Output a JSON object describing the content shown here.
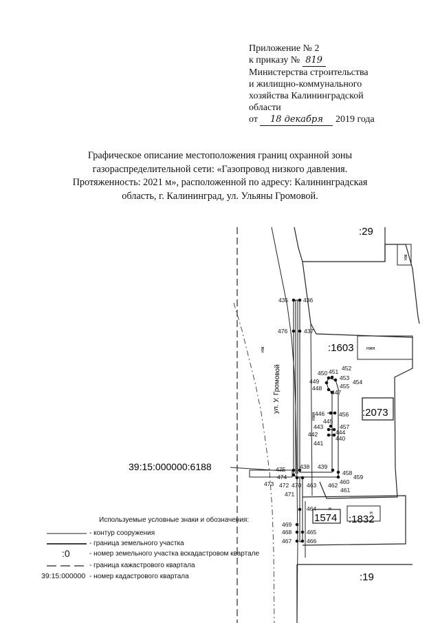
{
  "appendix": {
    "line1": "Приложение № 2",
    "line2_prefix": "к приказу №",
    "order_no": "819",
    "line3": "Министерства строительства",
    "line4": "и жилищно-коммунального",
    "line5": "хозяйства Калининградской",
    "line6": "области",
    "date_prefix": "от",
    "date_day_month": "18 декабря",
    "date_suffix": "2019 года"
  },
  "title": {
    "line1": "Графическое описание местоположения границ охранной зоны",
    "line2": "газораспределительной сети: «Газопровод низкого давления.",
    "line3": "Протяженность: 2021 м», расположенной по адресу: Калининградская",
    "line4": "область, г. Калининград, ул. Ульяны Громовой."
  },
  "map": {
    "parcels": {
      "p29": ":29",
      "p1603": ":1603",
      "p2073": ":2073",
      "p1574": "1574",
      "p1832": ":1832",
      "p19": ":19"
    },
    "street": "ул. У. Громовой",
    "cadastral_number": "39:15:000000:6188",
    "building_labels": {
      "nzh1": "нж",
      "nzh2": "нжн",
      "nzh3": "нжн",
      "n1": "н",
      "n2": "н"
    },
    "points": {
      "p435": "435",
      "p436": "436",
      "p476": "476",
      "p437": "437",
      "p450": "450",
      "p451": "451",
      "p452": "452",
      "p453": "453",
      "p454": "454",
      "p449": "449",
      "p448": "448",
      "p455": "455",
      "p447": "447",
      "p446": "446",
      "p456": "456",
      "p445": "445",
      "p443": "443",
      "p457": "457",
      "p442": "442",
      "p444": "444",
      "p440": "440",
      "p441": "441",
      "p438": "438",
      "p439": "439",
      "p475": "475",
      "p458": "458",
      "p459": "459",
      "p474": "474",
      "p460": "460",
      "p473": "473",
      "p472": "472",
      "p470": "470",
      "p463": "463",
      "p462": "462",
      "p461": "461",
      "p471": "471",
      "p464": "464",
      "p469": "469",
      "p468": "468",
      "p465": "465",
      "p467": "467",
      "p466": "466"
    }
  },
  "legend": {
    "heading": "Используемые условные знаки и обозначения:",
    "items": [
      {
        "symbol": "",
        "text": "- контур сооружения"
      },
      {
        "symbol": "",
        "text": "- граница земельного участка"
      },
      {
        "symbol": ":0",
        "text": "- номер земельного участка вскадастровом квартале"
      },
      {
        "symbol": "",
        "text": "- граница кажастрового квартала"
      },
      {
        "symbol": "39:15:000000",
        "text": "- номер кадастрового квартала"
      }
    ]
  }
}
